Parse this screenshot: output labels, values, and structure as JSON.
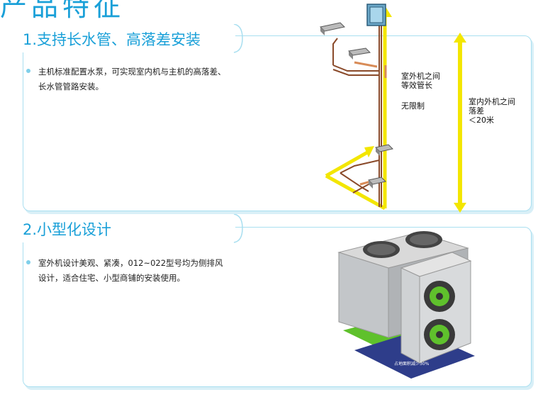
{
  "page": {
    "title": "产品特征"
  },
  "section1": {
    "title": "1.支持长水管、高落差安装",
    "desc_line1": "主机标准配置水泵，可实现室内机与主机的高落差、",
    "desc_line2": "长水管管路安装。",
    "label_pipe_line1": "室外机之间",
    "label_pipe_line2": "等效管长",
    "label_unlimited": "无限制",
    "label_height_line1": "室内外机之间",
    "label_height_line2": "落差",
    "label_height_line3": "＜20米"
  },
  "section2": {
    "title": "2.小型化设计",
    "desc_line1": "室外机设计美观、紧凑，012~022型号均为侧排风",
    "desc_line2": "设计，适合住宅、小型商铺的安装使用。",
    "badge": "占地面积减少30%"
  },
  "colors": {
    "accent": "#1aa0d8",
    "panel_border": "#a9dff0",
    "arrow": "#f3e600",
    "pipe": "#8a4a2a",
    "floor_green": "#5fc12c",
    "floor_blue": "#2e3d8a"
  }
}
